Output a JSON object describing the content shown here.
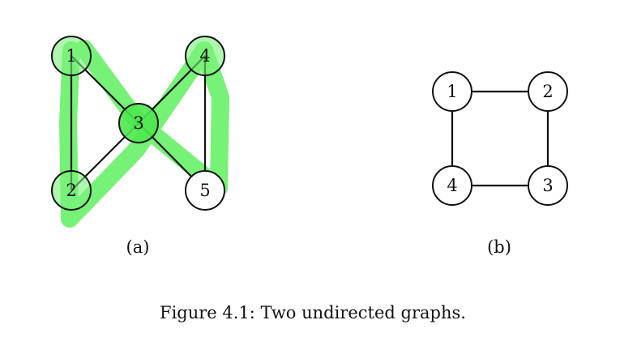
{
  "figure": {
    "caption": "Figure 4.1: Two undirected graphs.",
    "highlight_color": "#5ef05e",
    "graphs": [
      {
        "label": "(a)",
        "nodes": [
          "1",
          "2",
          "3",
          "4",
          "5"
        ],
        "edges": [
          [
            "1",
            "2"
          ],
          [
            "1",
            "3"
          ],
          [
            "2",
            "3"
          ],
          [
            "3",
            "4"
          ],
          [
            "3",
            "5"
          ],
          [
            "4",
            "5"
          ]
        ],
        "highlighted_nodes": [
          "1",
          "2",
          "3",
          "4",
          "5"
        ]
      },
      {
        "label": "(b)",
        "nodes": [
          "1",
          "2",
          "3",
          "4"
        ],
        "edges": [
          [
            "1",
            "2"
          ],
          [
            "2",
            "3"
          ],
          [
            "3",
            "4"
          ],
          [
            "4",
            "1"
          ]
        ]
      }
    ]
  }
}
